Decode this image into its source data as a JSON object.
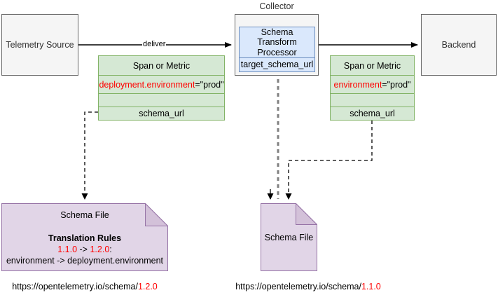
{
  "diagram": {
    "title": "OpenTelemetry Schema Transform Processor flow",
    "colors": {
      "gray_fill": "#f5f5f5",
      "gray_stroke": "#666666",
      "blue_fill": "#dae8fc",
      "blue_stroke": "#6c8ebf",
      "green_fill": "#d5e8d4",
      "green_stroke": "#82b366",
      "purple_fill": "#e1d5e7",
      "purple_stroke": "#9673a6",
      "purple_fold": "#d3c1d9",
      "accent_red": "#ff0000",
      "line": "#000000",
      "dashed_gray": "#808080"
    }
  },
  "nodes": {
    "telemetry_source": {
      "label": "Telemetry Source"
    },
    "collector": {
      "label": "Collector"
    },
    "processor": {
      "title_line1": "Schema Transform",
      "title_line2": "Processor",
      "target": "target_schema_url"
    },
    "backend": {
      "label": "Backend"
    },
    "span_left": {
      "header": "Span or Metric",
      "attr_key": "deployment.environment",
      "attr_value": "=\"prod\"",
      "blank": "",
      "schema_url": "schema_url"
    },
    "span_right": {
      "header": "Span or Metric",
      "attr_key": "environment",
      "attr_value": "=\"prod\"",
      "blank": "",
      "schema_url": "schema_url"
    },
    "schema_file_left": {
      "title": "Schema File",
      "rules_heading": "Translation Rules",
      "rules_from": "1.1.0",
      "rules_arrow": " -> ",
      "rules_to": "1.2.0",
      "rules_colon": ":",
      "rules_body": "environment -> deployment.environment"
    },
    "schema_file_right": {
      "title": "Schema File"
    }
  },
  "edges": {
    "deliver_label": "deliver"
  },
  "captions": {
    "left_url_base": "https://opentelemetry.io/schema/",
    "left_url_version": "1.2.0",
    "right_url_base": "https://opentelemetry.io/schema/",
    "right_url_version": "1.1.0"
  }
}
